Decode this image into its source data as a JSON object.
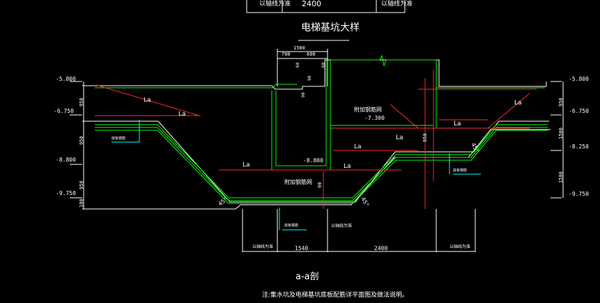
{
  "drawing": {
    "title": "电梯基坑大样",
    "section_label": "a-a剖",
    "note": "注:集水坑及电梯基坑底板配筋详平面图及做法说明。",
    "top_header": {
      "left": "以轴线为准",
      "right": "以轴线为准",
      "middle": "2400"
    },
    "left_elevations": [
      "-5.800",
      "-6.750",
      "-8.800",
      "-9.750"
    ],
    "right_elevations": [
      "-5.800",
      "-6.750",
      "-8.250",
      "-9.750"
    ],
    "inner_elevations": [
      "-7.300",
      "-8.800"
    ],
    "left_dims": [
      "950",
      "950",
      "950",
      "100"
    ],
    "right_dims": [
      "950",
      "1500",
      "1500"
    ],
    "top_dims": [
      "1500",
      "700",
      "600",
      "60",
      "60",
      "90",
      "90"
    ],
    "bottom_dims": [
      "1540",
      "2400"
    ],
    "bottom_labels": [
      "以轴线为准",
      "以轴线为准",
      "以轴线为准"
    ],
    "rebar_labels": [
      "La",
      "La",
      "La",
      "La",
      "La",
      "La",
      "La",
      "La"
    ],
    "angle_labels": [
      "45°",
      "45°",
      "45°"
    ],
    "callouts": [
      "附加钢筋网",
      "附加钢筋网"
    ],
    "leader_notes": [
      "底板钢筋",
      "底板钢筋",
      "底板钢筋"
    ],
    "misc_dims": [
      "950",
      "90"
    ]
  },
  "colors": {
    "background": "#000000",
    "concrete": "#ffffff",
    "rebar": "#00ff00",
    "anchor": "#ff2a2a",
    "dimension": "#ffffff",
    "leader": "#00ffff",
    "wall": "#00ff00"
  }
}
